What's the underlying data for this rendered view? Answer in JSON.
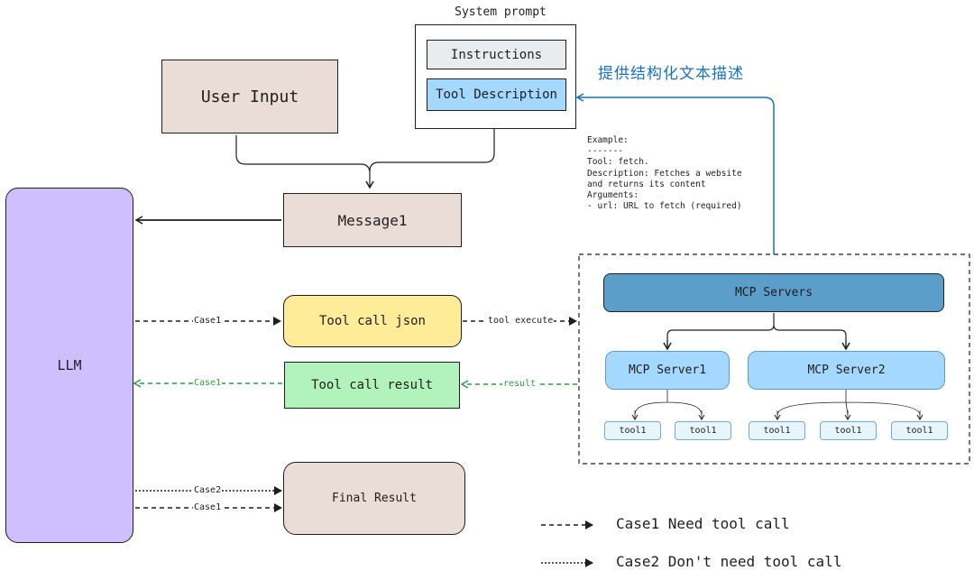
{
  "system_prompt": {
    "title": "System prompt",
    "instructions": "Instructions",
    "tool_description": "Tool Description"
  },
  "chinese_note": "提供结构化文本描述",
  "user_input": "User Input",
  "message1": "Message1",
  "llm": "LLM",
  "example_text": "Example:\n-------\nTool: fetch.\nDescription: Fetches a website\nand returns its content\nArguments:\n- url: URL to fetch (required)",
  "tool_call_json": "Tool call json",
  "tool_call_result": "Tool call result",
  "final_result": "Final Result",
  "edge_labels": {
    "case1_to_json": "Case1",
    "tool_execute": "tool execute",
    "result": "result",
    "case1_back": "Case1",
    "case2_final": "Case2",
    "case1_final": "Case1"
  },
  "mcp": {
    "servers": "MCP Servers",
    "server1": "MCP Server1",
    "server2": "MCP Server2",
    "tools": [
      "tool1",
      "tool1",
      "tool1",
      "tool1",
      "tool1"
    ]
  },
  "legend": {
    "case1": "Case1 Need tool call",
    "case2": "Case2 Don't need tool call"
  },
  "colors": {
    "llm": "#d0bfff",
    "user_input": "#eaddd7",
    "tool_call_json": "#ffec99",
    "tool_call_result": "#b2f2bb",
    "tool_description": "#a5d8ff",
    "instructions": "#e9ecef",
    "mcp_servers": "#5b9ec9",
    "mcp_server": "#a5d8ff",
    "blue_arrow": "#1971c2",
    "green_arrow": "#2f9e44"
  }
}
